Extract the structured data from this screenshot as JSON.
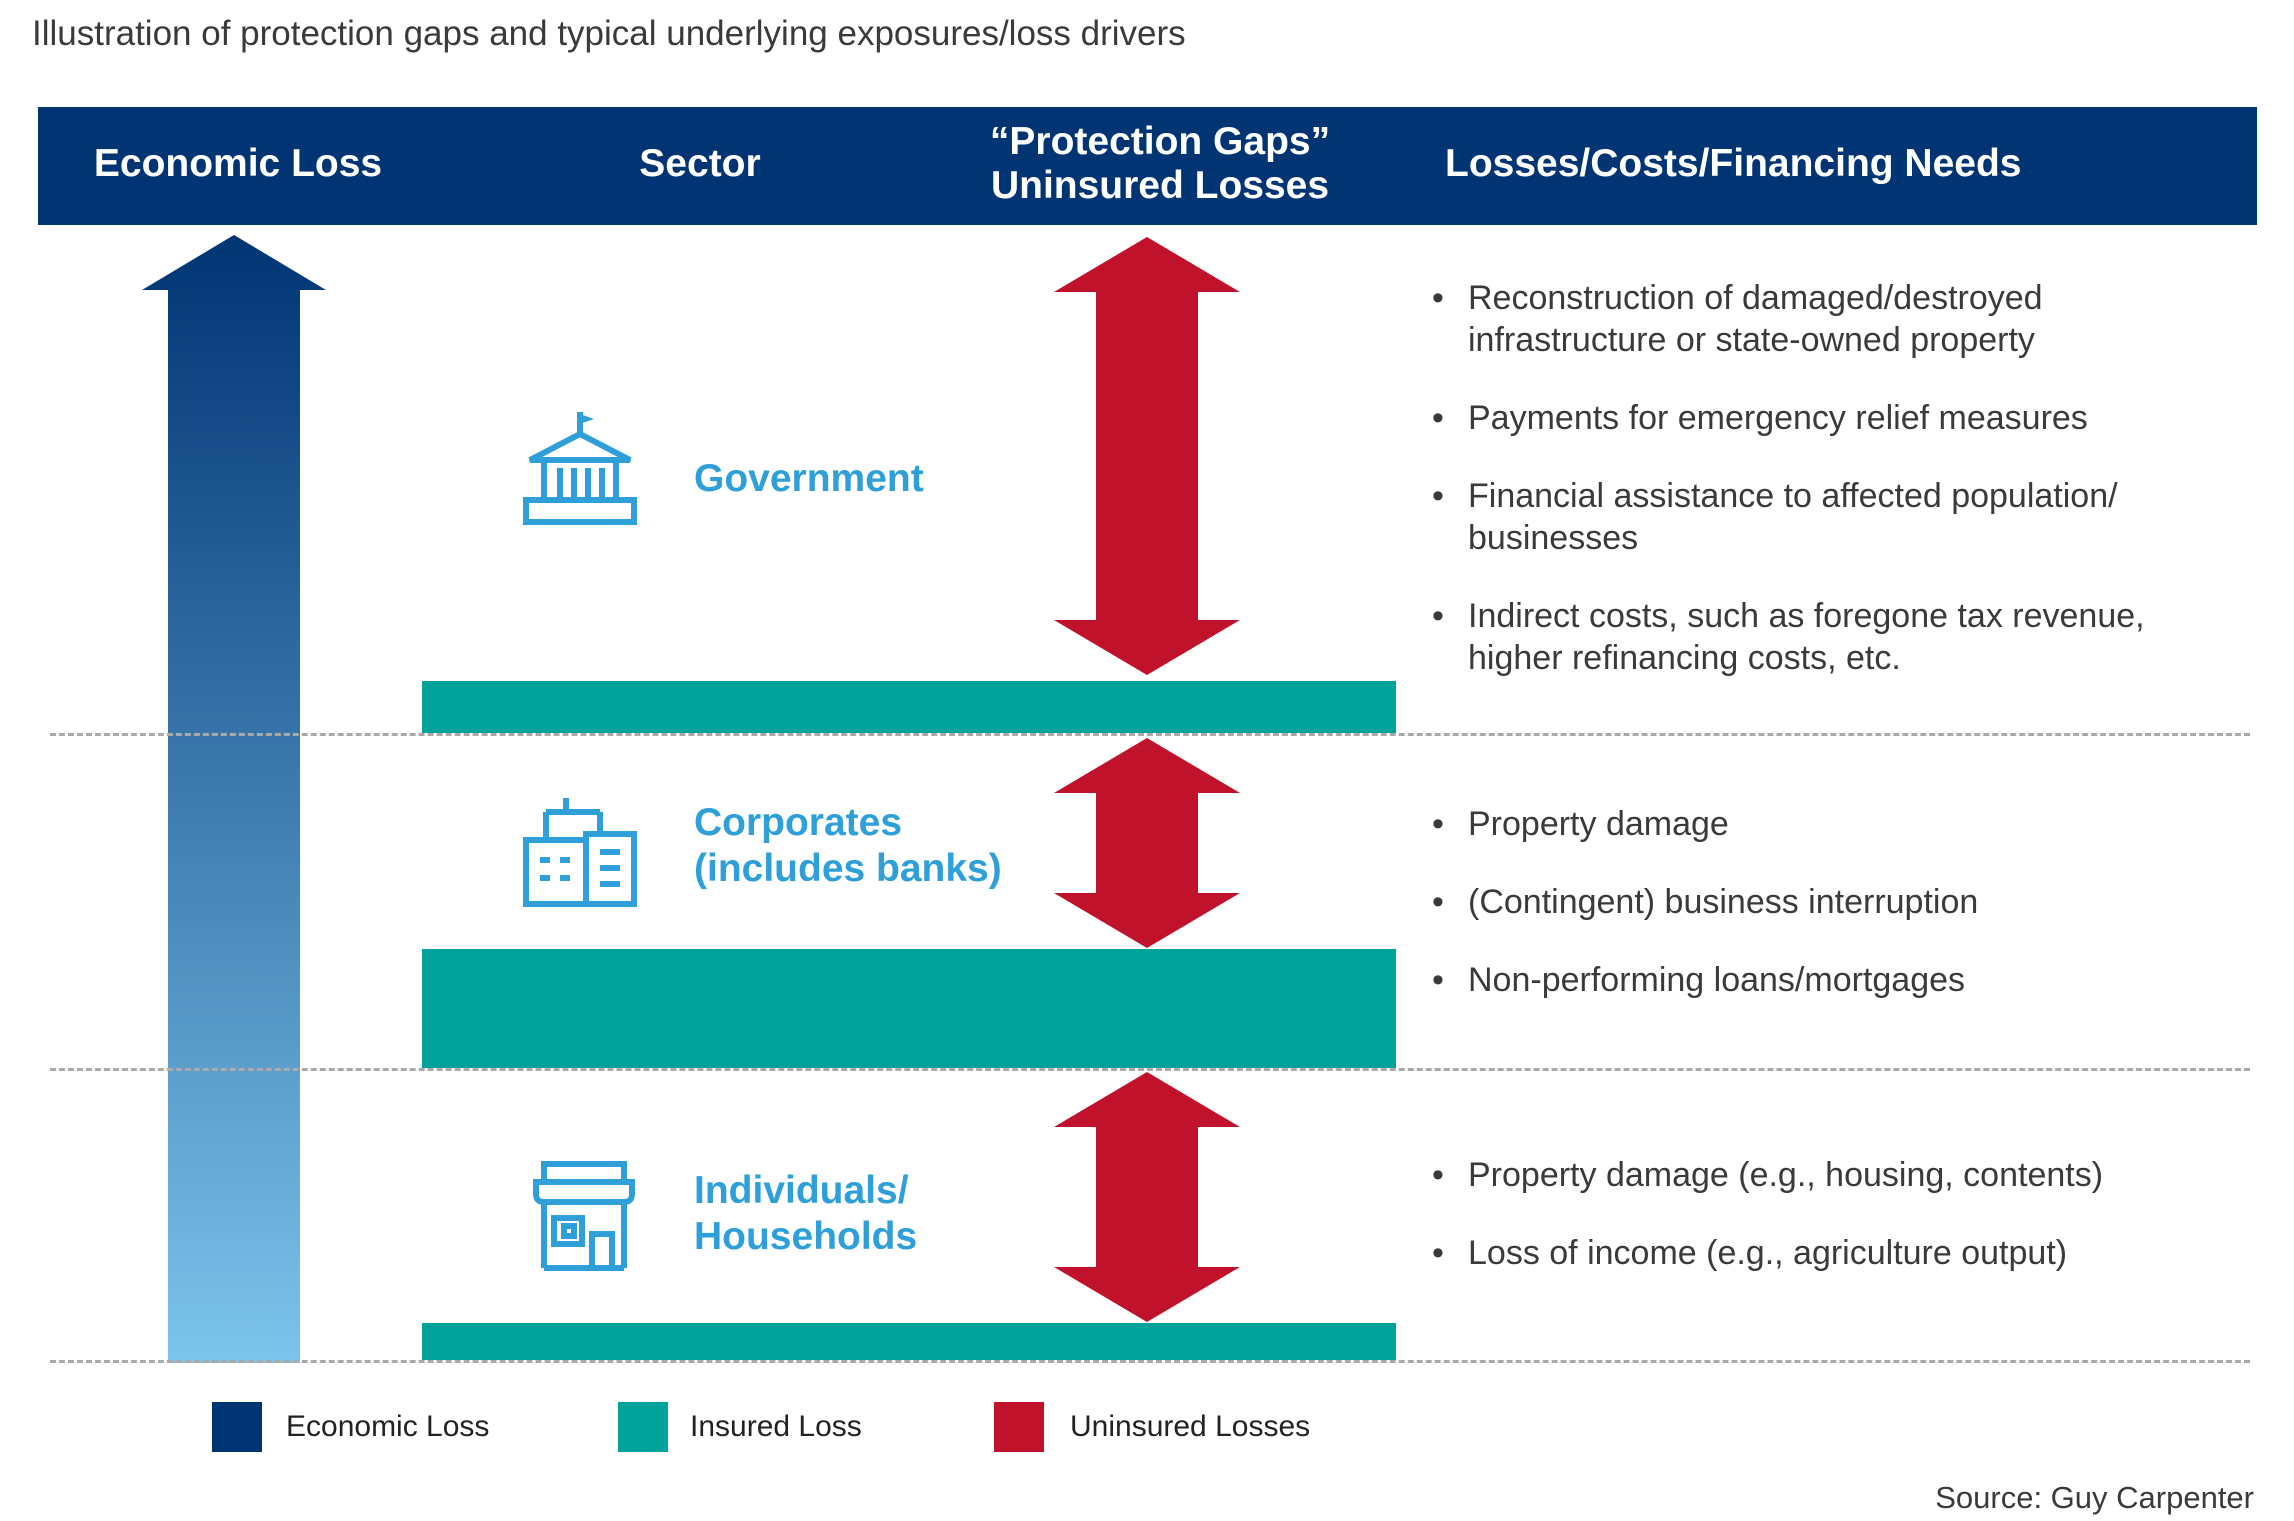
{
  "title": "Illustration of protection gaps and typical underlying exposures/loss drivers",
  "header": {
    "economic_loss": "Economic Loss",
    "sector": "Sector",
    "protection_gaps_line1": "“Protection Gaps”",
    "protection_gaps_line2": "Uninsured Losses",
    "losses": "Losses/Costs/Financing Needs"
  },
  "sectors": [
    {
      "label_line1": "Government",
      "label_line2": "",
      "icon": "government-building-icon",
      "bullets": [
        [
          "Reconstruction of damaged/destroyed",
          "infrastructure or state-owned property"
        ],
        [
          "Payments for emergency relief measures",
          ""
        ],
        [
          "Financial assistance to affected population/",
          "businesses"
        ],
        [
          "Indirect costs, such as foregone tax revenue,",
          "higher refinancing costs, etc."
        ]
      ]
    },
    {
      "label_line1": "Corporates",
      "label_line2": "(includes banks)",
      "icon": "corporate-buildings-icon",
      "bullets": [
        [
          "Property damage",
          ""
        ],
        [
          "(Contingent) business interruption",
          ""
        ],
        [
          "Non-performing loans/mortgages",
          ""
        ]
      ]
    },
    {
      "label_line1": "Individuals/",
      "label_line2": "Households",
      "icon": "house-shop-icon",
      "bullets": [
        [
          "Property damage (e.g., housing, contents)",
          ""
        ],
        [
          "Loss of income (e.g., agriculture output)",
          ""
        ]
      ]
    }
  ],
  "legend": [
    {
      "label": "Economic Loss",
      "color": "#003473"
    },
    {
      "label": "Insured Loss",
      "color": "#00a39a"
    },
    {
      "label": "Uninsured Losses",
      "color": "#c0122b"
    }
  ],
  "colors": {
    "header_bg": "#003473",
    "economic_arrow_top": "#003473",
    "economic_arrow_bottom": "#7cc4ec",
    "insured": "#00a39a",
    "uninsured": "#c0122b",
    "sector_text": "#2e9fd8"
  },
  "source": "Source: Guy Carpenter"
}
